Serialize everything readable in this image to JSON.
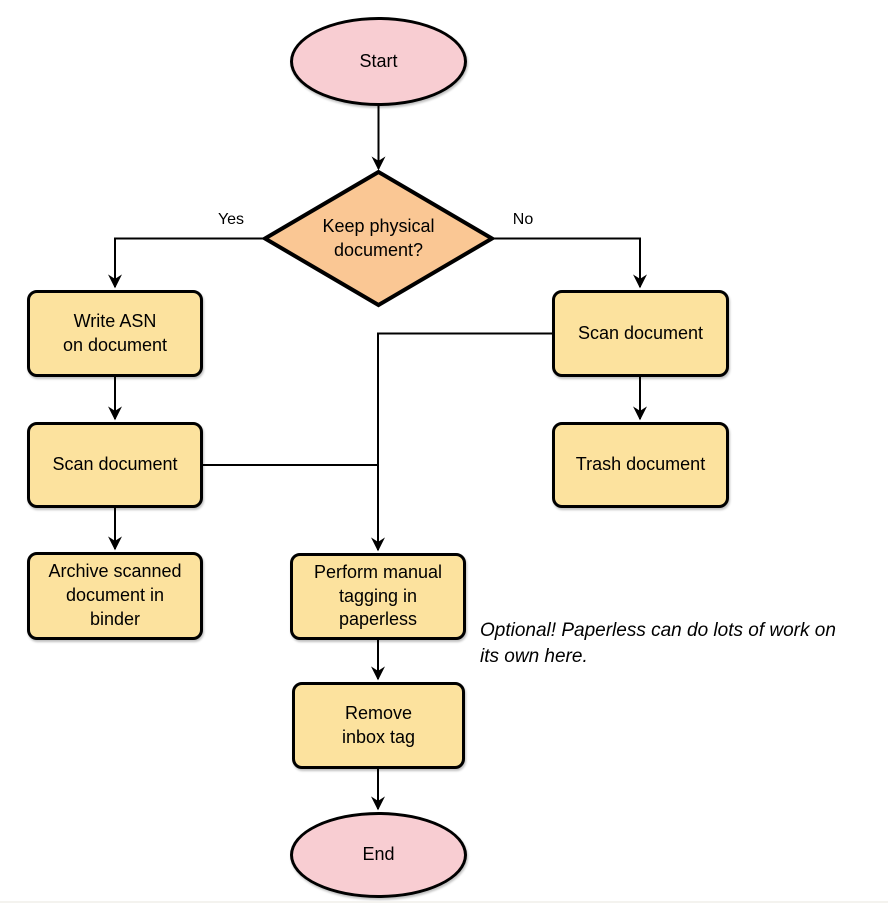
{
  "colors": {
    "terminal_fill": "#f8cdd2",
    "decision_fill": "#fac794",
    "process_fill": "#fce29e",
    "stroke": "#000000"
  },
  "nodes": {
    "start": {
      "label": "Start"
    },
    "decision": {
      "label": "Keep physical\ndocument?"
    },
    "write_asn": {
      "label": "Write ASN\non document"
    },
    "scan_left": {
      "label": "Scan document"
    },
    "archive": {
      "label": "Archive scanned\ndocument in\nbinder"
    },
    "scan_right": {
      "label": "Scan document"
    },
    "trash": {
      "label": "Trash document"
    },
    "tagging": {
      "label": "Perform manual\ntagging in\npaperless"
    },
    "remove_inbox": {
      "label": "Remove\ninbox tag"
    },
    "end": {
      "label": "End"
    }
  },
  "edge_labels": {
    "yes": "Yes",
    "no": "No"
  },
  "annotation": "Optional! Paperless can do lots of work on\nits own here."
}
